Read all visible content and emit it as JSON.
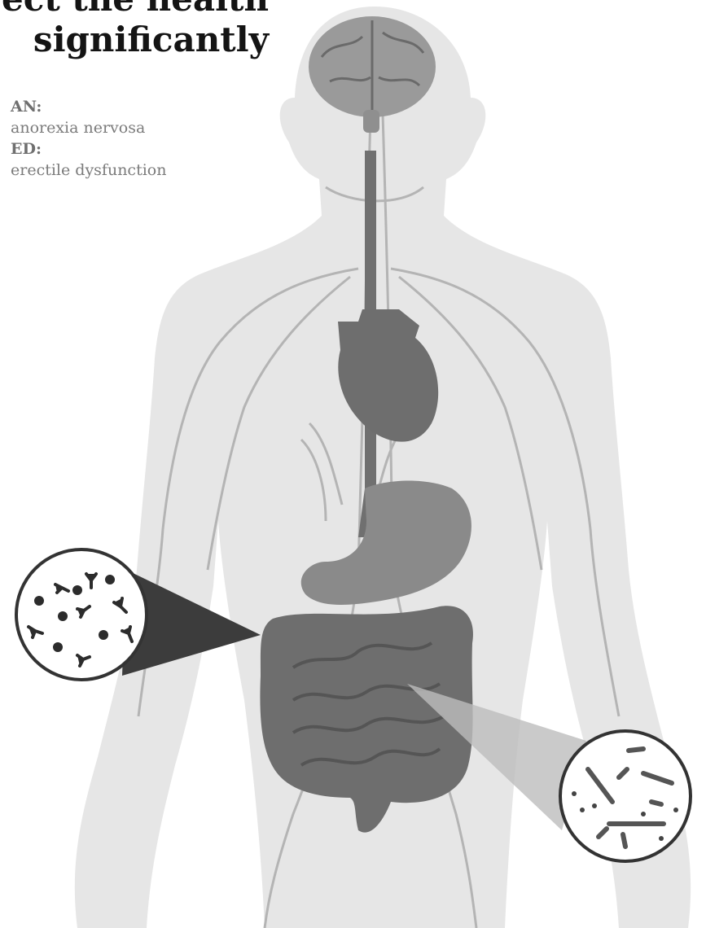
{
  "title": {
    "line1": "ect the health",
    "line2": "significantly"
  },
  "abbreviations": [
    {
      "key": "AN:",
      "value": "anorexia nervosa"
    },
    {
      "key": "ED:",
      "value": "erectile dysfunction"
    }
  ],
  "colors": {
    "background": "#ffffff",
    "body_silhouette": "#e6e6e6",
    "nerves": "#b4b4b4",
    "organs_dark": "#6e6e6e",
    "organs_mid": "#8a8a8a",
    "title": "#141414",
    "abbreviation_text": "#7b7b7b"
  },
  "icons": [
    "human-body-icon",
    "brain-icon",
    "heart-icon",
    "stomach-icon",
    "intestines-icon",
    "antibody-magnifier-icon",
    "bacteria-magnifier-icon"
  ]
}
